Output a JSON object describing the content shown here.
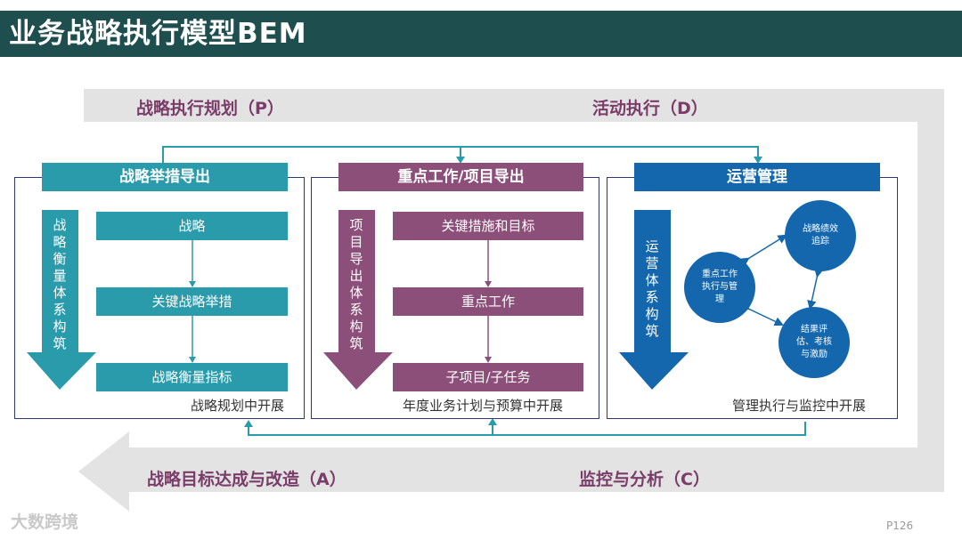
{
  "title": "业务战略执行模型BEM",
  "phases": {
    "p": "战略执行规划（P）",
    "d": "活动执行（D）",
    "a": "战略目标达成与改造（A）",
    "c": "监控与分析（C）"
  },
  "panels": [
    {
      "header": "战略举措导出",
      "side_arrow": "战略衡量体系构筑",
      "steps": [
        "战略",
        "关键战略举措",
        "战略衡量指标"
      ],
      "footer": "战略规划中开展",
      "color": "#2a9bab"
    },
    {
      "header": "重点工作/项目导出",
      "side_arrow": "项目导出体系构筑",
      "steps": [
        "关键措施和目标",
        "重点工作",
        "子项目/子任务"
      ],
      "footer": "年度业务计划与预算中开展",
      "color": "#8c4f7a"
    },
    {
      "header": "运营管理",
      "side_arrow": "运营体系构筑",
      "circles": [
        "战略绩效追踪",
        "重点工作执行与管理",
        "结果评估、考核与激励"
      ],
      "footer": "管理执行与监控中开展",
      "color": "#1467ad"
    }
  ],
  "watermark": "大数跨境",
  "page_number": "P126"
}
